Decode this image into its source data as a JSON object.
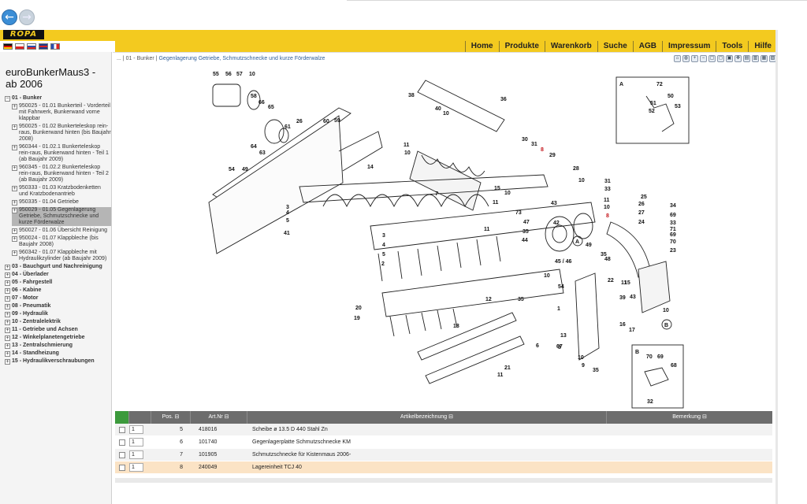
{
  "brand": {
    "logo_text": "ROPA"
  },
  "toolbar": {
    "back": "back-arrow-icon",
    "forward": "forward-arrow-icon"
  },
  "languages": [
    "de",
    "pl",
    "ru",
    "en",
    "fr"
  ],
  "nav": [
    "Home",
    "Produkte",
    "Warenkorb",
    "Suche",
    "AGB",
    "Impressum",
    "Tools",
    "Hilfe"
  ],
  "sidebar": {
    "title": "euroBunkerMaus3 - ab 2006",
    "tree": [
      {
        "label": "01 - Bunker",
        "level": 0,
        "toggle": "−"
      },
      {
        "label": "950025 - 01.01 Bunkerteil - Vorderteil mit Fahrwerk, Bunkerwand vorne klappbar",
        "level": 1,
        "toggle": "+"
      },
      {
        "label": "950025 - 01.02 Bunkerteleskop rein-raus, Bunkerwand hinten (bis Baujahr 2008)",
        "level": 1,
        "toggle": "+"
      },
      {
        "label": "960344 - 01.02.1 Bunkerteleskop rein-raus, Bunkerwand hinten - Teil 1 (ab Baujahr 2009)",
        "level": 1,
        "toggle": "+"
      },
      {
        "label": "960345 - 01.02.2 Bunkerteleskop rein-raus, Bunkerwand hinten - Teil 2 (ab Baujahr 2009)",
        "level": 1,
        "toggle": "+"
      },
      {
        "label": "950333 - 01.03 Kratzbodenketten und Kratzbodenantrieb",
        "level": 1,
        "toggle": "+"
      },
      {
        "label": "950335 - 01.04 Getriebe",
        "level": 1,
        "toggle": "+"
      },
      {
        "label": "950029 - 01.05 Gegenlagerung Getriebe, Schmutzschnecke und kurze Förderwalze",
        "level": 1,
        "toggle": "+",
        "selected": true
      },
      {
        "label": "950027 - 01.06 Übersicht Reinigung",
        "level": 1,
        "toggle": "+"
      },
      {
        "label": "950024 - 01.07 Klappbleche (bis Baujahr 2008)",
        "level": 1,
        "toggle": "+"
      },
      {
        "label": "960342 - 01.07 Klappbleche mit Hydraulikzylinder (ab Baujahr 2009)",
        "level": 1,
        "toggle": "+"
      },
      {
        "label": "03 - Bauchgurt und Nachreinigung",
        "level": 0,
        "toggle": "+"
      },
      {
        "label": "04 - Überlader",
        "level": 0,
        "toggle": "+"
      },
      {
        "label": "05 - Fahrgestell",
        "level": 0,
        "toggle": "+"
      },
      {
        "label": "06 - Kabine",
        "level": 0,
        "toggle": "+"
      },
      {
        "label": "07 - Motor",
        "level": 0,
        "toggle": "+"
      },
      {
        "label": "08 - Pneumatik",
        "level": 0,
        "toggle": "+"
      },
      {
        "label": "09 - Hydraulik",
        "level": 0,
        "toggle": "+"
      },
      {
        "label": "10 - Zentralelektrik",
        "level": 0,
        "toggle": "+"
      },
      {
        "label": "11 - Getriebe und Achsen",
        "level": 0,
        "toggle": "+"
      },
      {
        "label": "12 - Winkelplanetengetriebe",
        "level": 0,
        "toggle": "+"
      },
      {
        "label": "13 - Zentralschmierung",
        "level": 0,
        "toggle": "+"
      },
      {
        "label": "14 - Standheizung",
        "level": 0,
        "toggle": "+"
      },
      {
        "label": "15 - Hydraulikverschraubungen",
        "level": 0,
        "toggle": "+"
      }
    ]
  },
  "breadcrumb": {
    "prefix": "... |",
    "section": "01 - Bunker",
    "sep": "|",
    "current": "Gegenlagerung Getriebe, Schmutzschnecke und kurze Förderwalze"
  },
  "view_tools": [
    "home-icon",
    "globe-icon",
    "zoom-in-icon",
    "zoom-out-icon",
    "zoom-fit-icon",
    "zoom-reset-icon",
    "select-icon",
    "pan-icon",
    "print-preview-icon",
    "save-icon",
    "page-icon",
    "print-icon"
  ],
  "drawing": {
    "callouts": [
      "55",
      "56",
      "57",
      "10",
      "58",
      "66",
      "65",
      "26",
      "61",
      "64",
      "63",
      "60",
      "59",
      "38",
      "40",
      "10",
      "36",
      "54",
      "49",
      "3",
      "4",
      "5",
      "41",
      "11",
      "10",
      "14",
      "7",
      "30",
      "31",
      "8",
      "29",
      "15",
      "10",
      "11",
      "28",
      "10",
      "31",
      "33",
      "11",
      "10",
      "8",
      "25",
      "26",
      "27",
      "24",
      "34",
      "69",
      "33",
      "71",
      "69",
      "70",
      "23",
      "3",
      "4",
      "5",
      "2",
      "73",
      "47",
      "35",
      "44",
      "11",
      "43",
      "42",
      "49",
      "35",
      "48",
      "15",
      "43",
      "39",
      "45 / 46",
      "10",
      "54",
      "1",
      "20",
      "19",
      "12",
      "35",
      "22",
      "11",
      "10",
      "13",
      "67",
      "16",
      "17",
      "18",
      "21",
      "11",
      "6",
      "8",
      "10",
      "9",
      "35"
    ],
    "red_callouts": [
      "8"
    ],
    "detail_a": {
      "label": "A",
      "callouts": [
        "72",
        "50",
        "51",
        "52",
        "53"
      ]
    },
    "detail_b": {
      "label": "B",
      "callouts": [
        "70",
        "69",
        "68",
        "32"
      ]
    }
  },
  "table": {
    "headers": {
      "pos": "Pos.",
      "art": "Art.Nr",
      "desc": "Artikelbezeichnung",
      "rem": "Bemerkung"
    },
    "sort_icon": "⊟",
    "rows": [
      {
        "qty": "1",
        "pos": "5",
        "art": "418016",
        "desc": "Scheibe ø 13.5 D 440 Stahl Zn",
        "rem": "",
        "highlight": false
      },
      {
        "qty": "1",
        "pos": "6",
        "art": "101740",
        "desc": "Gegenlagerplatte Schmutzschnecke KM",
        "rem": "",
        "highlight": false
      },
      {
        "qty": "1",
        "pos": "7",
        "art": "101905",
        "desc": "Schmutzschnecke für Kistenmaus 2006-",
        "rem": "",
        "highlight": false
      },
      {
        "qty": "1",
        "pos": "8",
        "art": "240049",
        "desc": "Lagereinheit TCJ 40",
        "rem": "",
        "highlight": true
      }
    ]
  },
  "colors": {
    "accent_yellow": "#f3ca1f",
    "header_gray": "#6d6d6d",
    "highlight_row": "#fbe3c5",
    "select_green": "#3c9a3c"
  }
}
